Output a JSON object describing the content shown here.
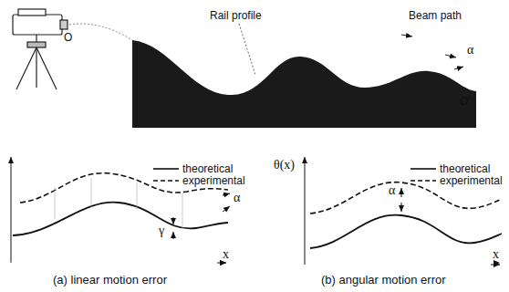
{
  "diagram": {
    "labels": [
      "O",
      "Rail profile",
      "Beam path",
      "α",
      "O'",
      "α",
      "γ",
      "x",
      "(a) linear motion error",
      "θ(x)",
      "α",
      "x",
      "(b) angular motion error"
    ],
    "legend": [
      {
        "text": "theoretical"
      },
      {
        "text": "experimental"
      },
      {
        "text": "theoretical"
      },
      {
        "text": "experimental"
      }
    ]
  }
}
